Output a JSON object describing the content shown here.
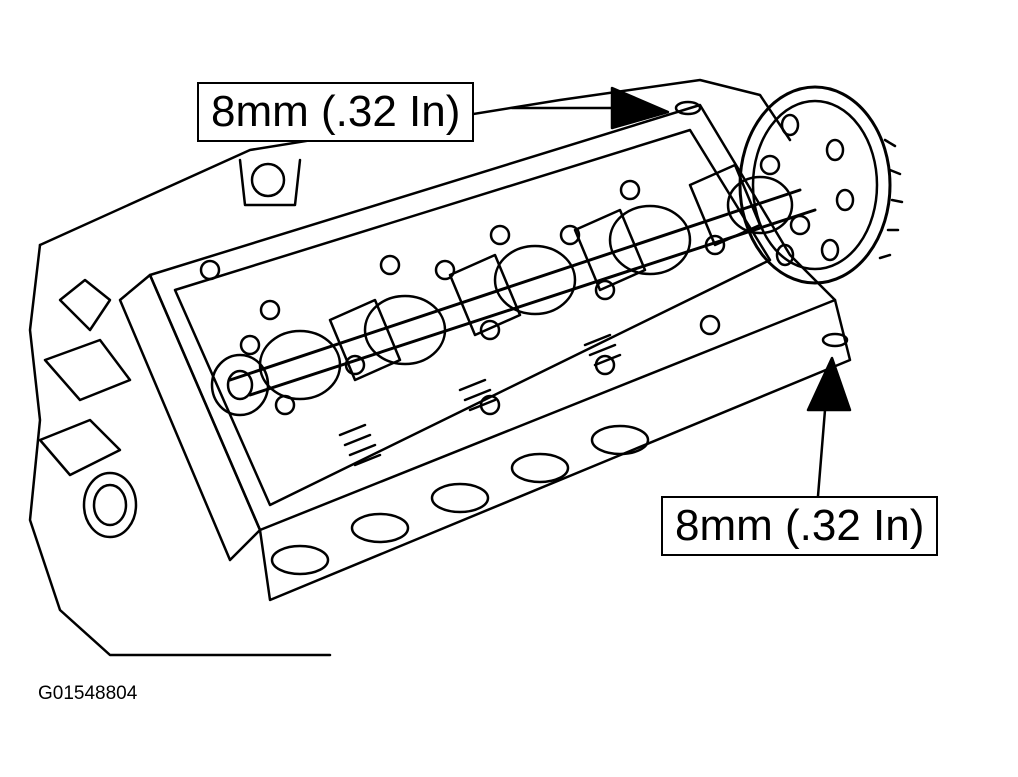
{
  "callouts": {
    "top": "8mm (.32 In)",
    "bottom": "8mm (.32 In)"
  },
  "figure_id": "G01548804",
  "colors": {
    "ink": "#000000",
    "paper": "#ffffff"
  }
}
